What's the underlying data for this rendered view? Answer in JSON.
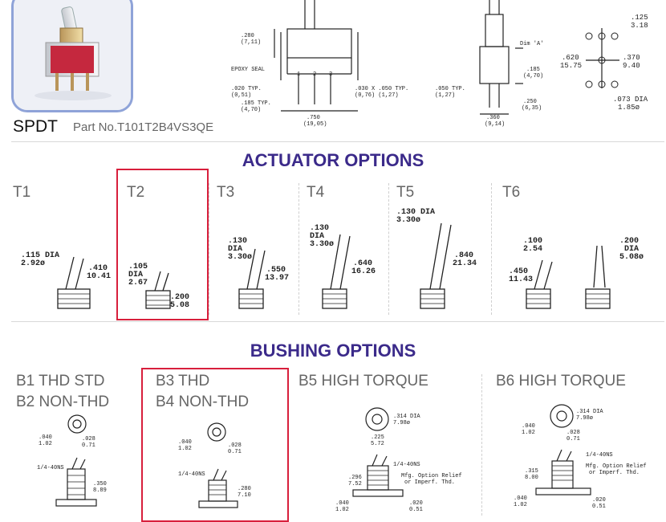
{
  "product": {
    "config": "SPDT",
    "part_number": "Part No.T101T2B4VS3QE"
  },
  "top_drawing": {
    "dims": {
      "d1": ".280",
      "d1m": "(7,11)",
      "epoxy": "EPOXY SEAL",
      "d2": ".020 TYP.",
      "d2m": "(0,51)",
      "d3": ".185 TYP.",
      "d3m": "(4,70)",
      "d4": ".750",
      "d4m": "(19,05)",
      "d5": ".030 X .050 TYP.",
      "d5m": "(0,76) (1,27)",
      "pin1": "1",
      "pin2": "2",
      "pin3": "3",
      "s1": ".050 TYP.",
      "s1m": "(1,27)",
      "s2": "Dim 'A'",
      "s3": ".185",
      "s3m": "(4,70)",
      "s4": ".250",
      "s4m": "(6,35)",
      "s5": ".360",
      "s5m": "(9,14)",
      "p1": ".125",
      "p1m": "3.18",
      "p2": ".620",
      "p2m": "15.75",
      "p3": ".370",
      "p3m": "9.40",
      "p4": ".073 DIA",
      "p4m": "1.85ø"
    }
  },
  "actuator": {
    "title": "ACTUATOR OPTIONS",
    "options": [
      {
        "label": "T1",
        "d1": ".115 DIA",
        "d2": "2.92ø",
        "d3": ".410",
        "d4": "10.41"
      },
      {
        "label": "T2",
        "d1": ".105",
        "d2": "DIA",
        "d3": "2.67",
        "d4": ".200",
        "d5": "5.08"
      },
      {
        "label": "T3",
        "d1": ".130",
        "d2": "DIA",
        "d3": "3.30ø",
        "d4": ".550",
        "d5": "13.97"
      },
      {
        "label": "T4",
        "d1": ".130",
        "d2": "DIA",
        "d3": "3.30ø",
        "d4": ".640",
        "d5": "16.26"
      },
      {
        "label": "T5",
        "d1": ".130 DIA",
        "d2": "3.30ø",
        "d3": ".840",
        "d4": "21.34"
      },
      {
        "label": "T6",
        "d1": ".100",
        "d2": "2.54",
        "d3": ".450",
        "d4": "11.43",
        "d5": ".200",
        "d6": "DIA",
        "d7": "5.08ø"
      }
    ]
  },
  "bushing": {
    "title": "BUSHING OPTIONS",
    "options": [
      {
        "line1": "B1 THD STD",
        "line2": "B2 NON-THD",
        "a": ".040",
        "am": "1.02",
        "b": ".028",
        "bm": "0.71",
        "c": "1/4-40NS",
        "d": ".350",
        "dm": "8.89"
      },
      {
        "line1": "B3 THD",
        "line2": "B4 NON-THD",
        "a": ".040",
        "am": "1.02",
        "b": ".028",
        "bm": "0.71",
        "c": "1/4-40NS",
        "d": ".280",
        "dm": "7.10"
      },
      {
        "line1": "B5 HIGH TORQUE",
        "line2": "",
        "a": ".314 DIA",
        "am": "7.98ø",
        "b": ".225",
        "bm": "5.72",
        "c": "1/4-40NS",
        "d": ".296",
        "dm": "7.52",
        "e": "Mfg. Option Relief",
        "em": "or Imperf. Thd.",
        "f": ".040",
        "fm": "1.02",
        "g": ".020",
        "gm": "0.51"
      },
      {
        "line1": "B6 HIGH TORQUE",
        "line2": "",
        "a": ".314 DIA",
        "am": "7.98ø",
        "b": ".040",
        "bm": "1.02",
        "b2": ".028",
        "b2m": "0.71",
        "c": "1/4-40NS",
        "d": ".315",
        "dm": "8.00",
        "e": "Mfg. Option Relief",
        "em": "or Imperf. Thd.",
        "f": ".040",
        "fm": "1.02",
        "g": ".020",
        "gm": "0.51"
      }
    ]
  },
  "selection": {
    "actuator": "T2",
    "bushing": "B3 THD / B4 NON-THD"
  },
  "colors": {
    "title": "#3b2a8a",
    "highlight": "#d81f3c",
    "photo_border": "#8fa3d8"
  }
}
